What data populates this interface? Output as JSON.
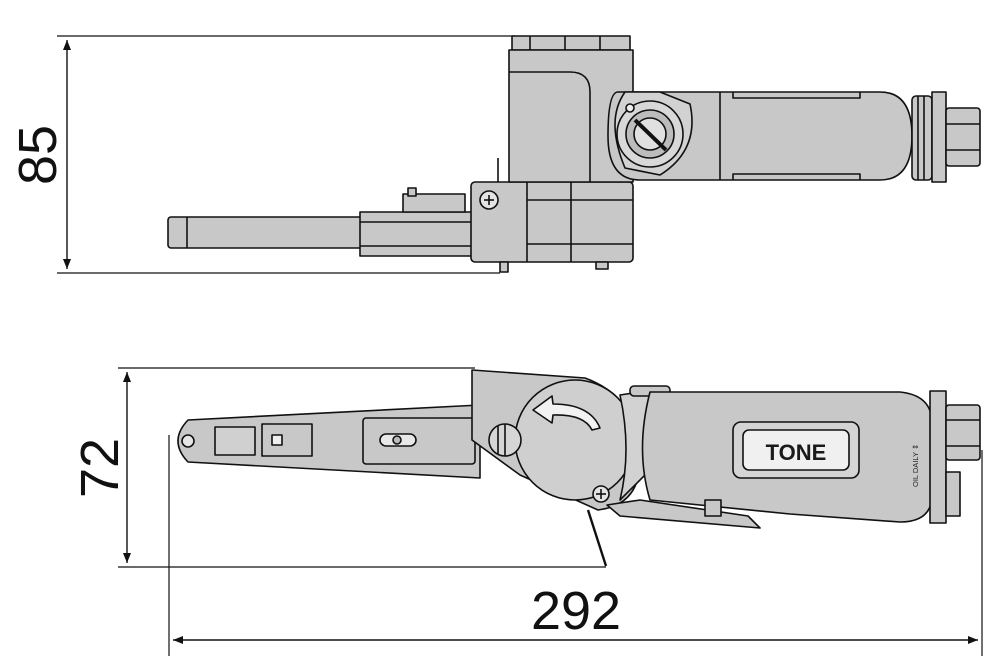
{
  "dimensions": {
    "height_top": "85",
    "height_side": "72",
    "length": "292"
  },
  "brand_logo": "TONE",
  "oil_label": "OIL DAILY ⇕",
  "colors": {
    "body_fill": "#c8c8c8",
    "line": "#111111",
    "background": "#ffffff"
  }
}
